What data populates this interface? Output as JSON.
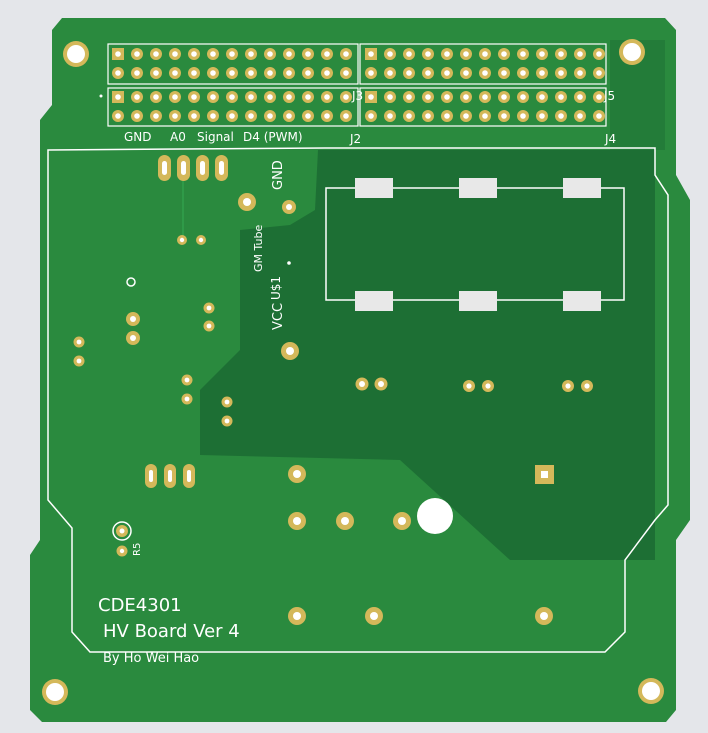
{
  "board": {
    "colors": {
      "background": "#e4e6ea",
      "board": "#2a8a3e",
      "copper_pour": "#1a6a30",
      "silkscreen": "#ffffff",
      "pad_gold": "#d4b85a",
      "pad_hole": "#ffffff"
    },
    "header_labels": {
      "j3": "J3",
      "j5": "J5",
      "j2": "J2",
      "j4": "J4"
    },
    "pin_labels": {
      "gnd": "GND",
      "a0": "A0",
      "signal": "Signal",
      "d4": "D4 (PWM)"
    },
    "tube_labels": {
      "gnd": "GND",
      "gm_tube": "GM Tube",
      "u1": "U$1",
      "vcc": "VCC"
    },
    "resistor_label": "R5",
    "title": {
      "code": "CDE4301",
      "name": "HV Board Ver 4",
      "author": "By Ho Wei Hao"
    }
  }
}
